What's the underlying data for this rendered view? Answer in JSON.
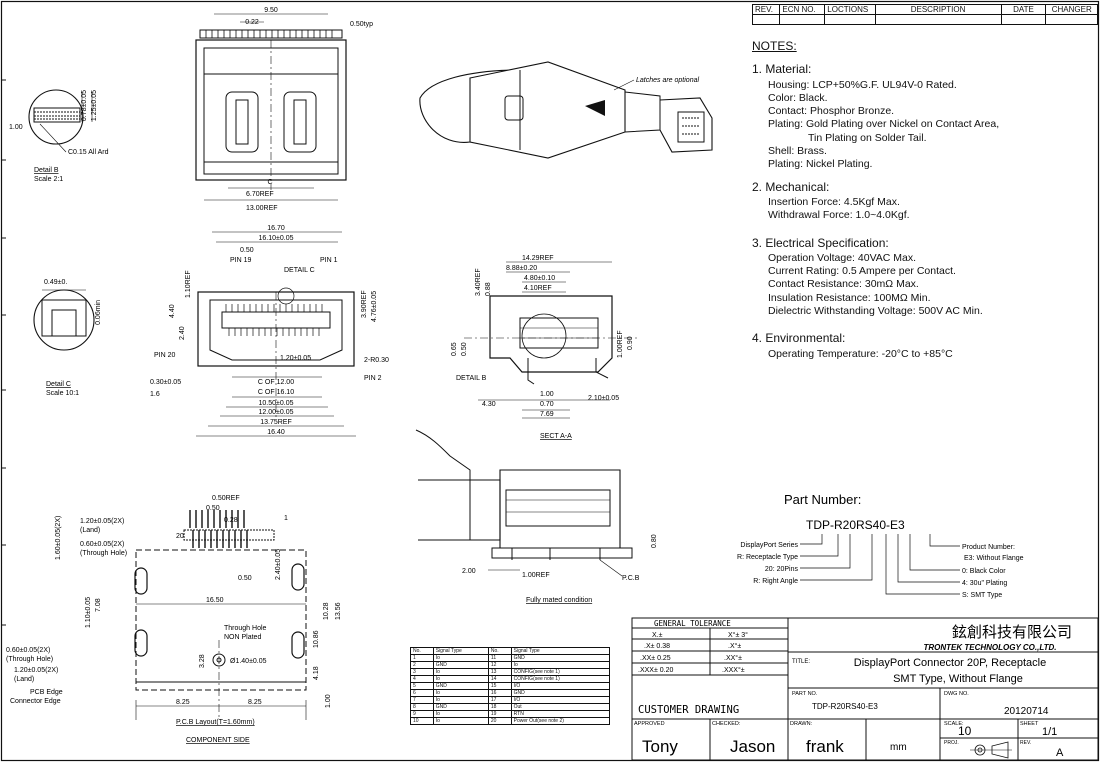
{
  "revision_table": {
    "headers": [
      "REV.",
      "ECN NO.",
      "LOCTIONS",
      "DESCRIPTION",
      "DATE",
      "CHANGER"
    ]
  },
  "notes": {
    "title": "NOTES:",
    "sections": [
      {
        "heading": "1. Material:",
        "lines": [
          "Housing: LCP+50%G.F. UL94V-0 Rated.",
          "Color: Black.",
          "Contact: Phosphor Bronze.",
          "Plating: Gold Plating over Nickel on Contact Area,",
          "Tin Plating on Solder Tail.",
          "Shell: Brass.",
          "Plating: Nickel Plating."
        ]
      },
      {
        "heading": "2. Mechanical:",
        "lines": [
          "Insertion Force: 4.5Kgf Max.",
          "Withdrawal Force: 1.0~4.0Kgf."
        ]
      },
      {
        "heading": "3. Electrical Specification:",
        "lines": [
          "Operation Voltage: 40VAC Max.",
          "Current Rating: 0.5 Ampere per Contact.",
          "Contact Resistance: 30mΩ Max.",
          "Insulation Resistance: 100MΩ Min.",
          "Dielectric Withstanding Voltage: 500V AC Min."
        ]
      },
      {
        "heading": "4. Environmental:",
        "lines": [
          "Operating Temperature: -20°C to +85°C"
        ]
      }
    ]
  },
  "part_number": {
    "title": "Part Number:",
    "code": "TDP-R20RS40-E3",
    "left_labels": [
      "DisplayPort Series",
      "R: Receptacle Type",
      "20: 20Pins",
      "R: Right Angle"
    ],
    "right_labels": [
      "Product Number:",
      "E3: Without Flange",
      "0: Black Color",
      "4: 30u\" Plating",
      "S: SMT Type"
    ]
  },
  "views": {
    "detail_b": {
      "label": "Detail B",
      "scale": "Scale 2:1",
      "dims": [
        "0.78±0.05",
        "1.25±0.05",
        "1.00",
        "C0.15 All Ard"
      ]
    },
    "detail_c": {
      "label": "Detail C",
      "scale": "Scale 10:1",
      "dims": [
        "0.49±0.",
        "0.06min"
      ]
    },
    "top_view": {
      "dims": [
        "9.50",
        "0.22",
        "0.50typ",
        "6.70REF",
        "13.00REF"
      ]
    },
    "iso_note": "Latches are optional",
    "front_view": {
      "dims": [
        "16.70",
        "16.10±0.05",
        "0.50",
        "PIN 19",
        "PIN 1",
        "DETAIL C",
        "1.10REF",
        "4.40",
        "2.40",
        "PIN 20",
        "1.20±0.05",
        "2-R0.30",
        "PIN 2",
        "0.30±0.05",
        "1.6",
        "C OF 12.00",
        "C OF 16.10",
        "10.50±0.05",
        "12.00±0.05",
        "13.75REF",
        "16.40",
        "3.90REF",
        "4.76±0.05"
      ]
    },
    "section_a": {
      "label": "SECT A-A",
      "dims": [
        "14.29REF",
        "8.88±0.20",
        "4.80±0.10",
        "4.10REF",
        "3.40REF",
        "0.88",
        "0.65",
        "0.50",
        "DETAIL B",
        "1.00",
        "0.70",
        "7.69",
        "4.30",
        "2.10±0.05",
        "1.00REF",
        "0.90"
      ]
    },
    "mated": {
      "label": "Fully mated condition",
      "dims": [
        "2.00",
        "1.00REF",
        "P.C.B",
        "0.80"
      ]
    },
    "pcb_layout": {
      "label": "P.C.B Layout(T=1.60mm)",
      "sub": "COMPONENT SIDE",
      "callouts": [
        "1.20±0.05(2X)",
        "(Land)",
        "0.60±0.05(2X)",
        "(Through Hole)",
        "0.50REF",
        "0.50",
        "0.28",
        "20",
        "1",
        "0.50",
        "2.40±0.05",
        "16.50",
        "Through Hole",
        "NON Plated",
        "Ø1.40±0.05",
        "3.28",
        "10.86",
        "10.28",
        "13.56",
        "0.60±0.05(2X)",
        "(Through Hole)",
        "1.20±0.05(2X)",
        "(Land)",
        "PCB Edge",
        "Connector Edge",
        "8.25",
        "8.25",
        "4.18",
        "1.60±0.05(2X)",
        "1.10±0.05",
        "7.08",
        "1.00"
      ]
    }
  },
  "signal_table": {
    "headers": [
      "No.",
      "Signal Type",
      "No.",
      "Signal Type"
    ],
    "rows": [
      [
        "1",
        "Io",
        "11",
        "GND"
      ],
      [
        "2",
        "GND",
        "12",
        "Io"
      ],
      [
        "3",
        "Io",
        "13",
        "CONFIG(see note 1)"
      ],
      [
        "4",
        "Io",
        "14",
        "CONFIG(see note 1)"
      ],
      [
        "5",
        "GND",
        "15",
        "I/O"
      ],
      [
        "6",
        "Io",
        "16",
        "GND"
      ],
      [
        "7",
        "Io",
        "17",
        "I/O"
      ],
      [
        "8",
        "GND",
        "18",
        "Out"
      ],
      [
        "9",
        "Io",
        "19",
        "RTN"
      ],
      [
        "10",
        "Io",
        "20",
        "Power Out(see note 2)"
      ]
    ]
  },
  "title_block": {
    "tolerance_title": "GENERAL TOLERANCE",
    "tolerance_rows": [
      [
        "X.±",
        "X°± 3°"
      ],
      [
        ".X± 0.38",
        ".X°±"
      ],
      [
        ".XX± 0.25",
        ".XX°±"
      ],
      [
        ".XXX± 0.20",
        ".XXX°±"
      ]
    ],
    "company_cn": "鉉創科技有限公司",
    "company_en": "TRONTEK TECHNOLOGY CO.,LTD.",
    "title_label": "TITLE:",
    "title_lines": [
      "DisplayPort Connector 20P, Receptacle",
      "SMT Type, Without Flange"
    ],
    "customer_drawing": "CUSTOMER DRAWING",
    "part_no_label": "PART NO.",
    "part_no": "TDP-R20RS40-E3",
    "dwg_no_label": "DWG NO.",
    "dwg_no": "20120714",
    "approved_label": "APPROVED",
    "approved": "Tony",
    "checked_label": "CHECKED:",
    "checked": "Jason",
    "drawn_label": "DRAWN:",
    "drawn": "frank",
    "unit_label": "",
    "unit": "mm",
    "scale_label": "SCALE:",
    "scale": "10",
    "sheet_label": "SHEET",
    "sheet": "1/1",
    "proj_label": "PROJ.",
    "rev_label": "REV.",
    "rev": "A"
  }
}
